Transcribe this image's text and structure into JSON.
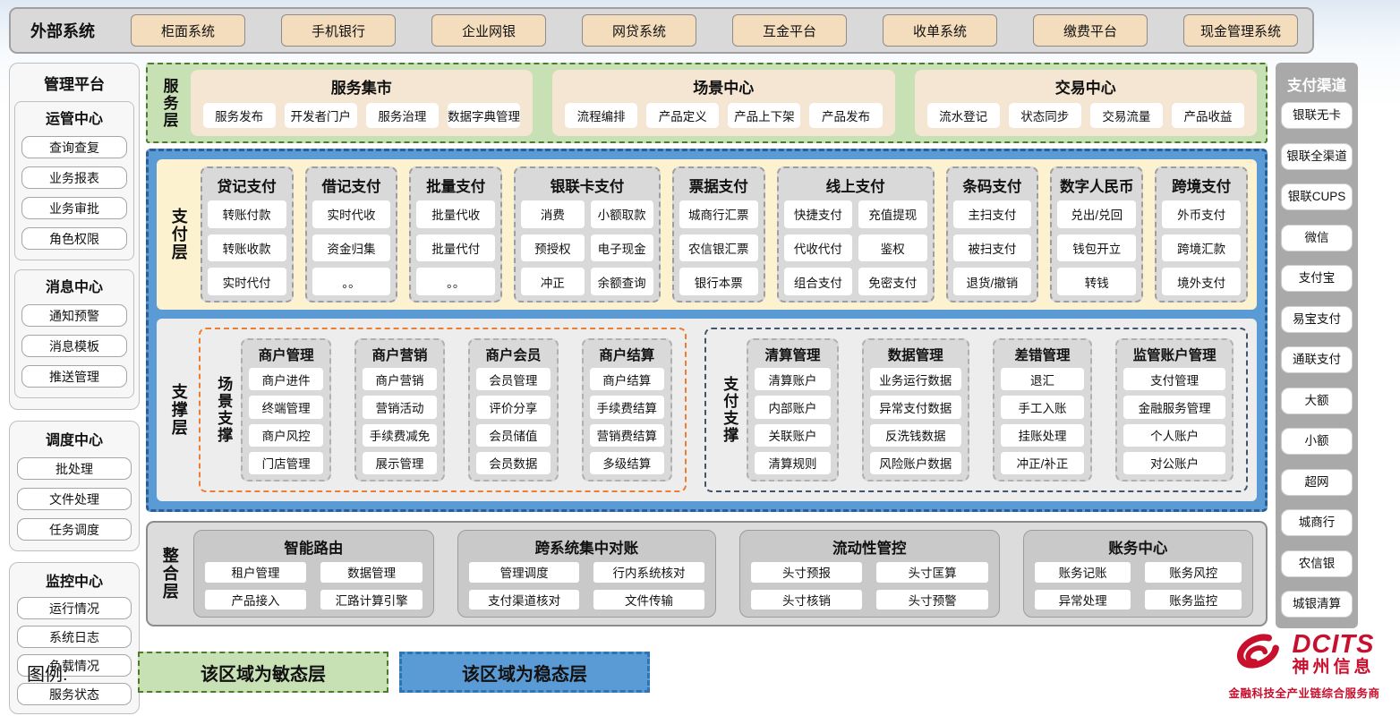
{
  "external_systems": {
    "label": "外部系统",
    "items": [
      "柜面系统",
      "手机银行",
      "企业网银",
      "网贷系统",
      "互金平台",
      "收单系统",
      "缴费平台",
      "现金管理系统"
    ]
  },
  "management_platform": {
    "title": "管理平台",
    "groups": [
      {
        "title": "运管中心",
        "items": [
          "查询查复",
          "业务报表",
          "业务审批",
          "角色权限"
        ]
      },
      {
        "title": "消息中心",
        "items": [
          "通知预警",
          "消息模板",
          "推送管理"
        ]
      },
      {
        "title": "调度中心",
        "items": [
          "批处理",
          "文件处理",
          "任务调度"
        ]
      },
      {
        "title": "监控中心",
        "items": [
          "运行情况",
          "系统日志",
          "负载情况",
          "服务状态"
        ]
      }
    ]
  },
  "service_layer": {
    "label": "服务层",
    "panels": [
      {
        "title": "服务集市",
        "items": [
          "服务发布",
          "开发者门户",
          "服务治理",
          "数据字典管理"
        ]
      },
      {
        "title": "场景中心",
        "items": [
          "流程编排",
          "产品定义",
          "产品上下架",
          "产品发布"
        ]
      },
      {
        "title": "交易中心",
        "items": [
          "流水登记",
          "状态同步",
          "交易流量",
          "产品收益"
        ]
      }
    ]
  },
  "payment_layer": {
    "label": "支付层",
    "columns": [
      {
        "title": "贷记支付",
        "items": [
          "转账付款",
          "转账收款",
          "实时代付"
        ]
      },
      {
        "title": "借记支付",
        "items": [
          "实时代收",
          "资金归集",
          "。。"
        ]
      },
      {
        "title": "批量支付",
        "items": [
          "批量代收",
          "批量代付",
          "。。"
        ]
      },
      {
        "title": "银联卡支付",
        "items": [
          "消费",
          "小额取款",
          "预授权",
          "电子现金",
          "冲正",
          "余额查询"
        ]
      },
      {
        "title": "票据支付",
        "items": [
          "城商行汇票",
          "农信银汇票",
          "银行本票"
        ]
      },
      {
        "title": "线上支付",
        "items": [
          "快捷支付",
          "充值提现",
          "代收代付",
          "鉴权",
          "组合支付",
          "免密支付"
        ]
      },
      {
        "title": "条码支付",
        "items": [
          "主扫支付",
          "被扫支付",
          "退货/撤销"
        ]
      },
      {
        "title": "数字人民币",
        "items": [
          "兑出/兑回",
          "钱包开立",
          "转钱"
        ]
      },
      {
        "title": "跨境支付",
        "items": [
          "外币支付",
          "跨境汇款",
          "境外支付"
        ]
      }
    ]
  },
  "support_layer": {
    "label": "支撑层",
    "scene_support": {
      "label": "场景支撑",
      "columns": [
        {
          "title": "商户管理",
          "items": [
            "商户进件",
            "终端管理",
            "商户风控",
            "门店管理"
          ]
        },
        {
          "title": "商户营销",
          "items": [
            "商户营销",
            "营销活动",
            "手续费减免",
            "展示管理"
          ]
        },
        {
          "title": "商户会员",
          "items": [
            "会员管理",
            "评价分享",
            "会员储值",
            "会员数据"
          ]
        },
        {
          "title": "商户结算",
          "items": [
            "商户结算",
            "手续费结算",
            "营销费结算",
            "多级结算"
          ]
        }
      ]
    },
    "payment_support": {
      "label": "支付支撑",
      "columns": [
        {
          "title": "清算管理",
          "items": [
            "清算账户",
            "内部账户",
            "关联账户",
            "清算规则"
          ]
        },
        {
          "title": "数据管理",
          "items": [
            "业务运行数据",
            "异常支付数据",
            "反洗钱数据",
            "风险账户数据"
          ]
        },
        {
          "title": "差错管理",
          "items": [
            "退汇",
            "手工入账",
            "挂账处理",
            "冲正/补正"
          ]
        },
        {
          "title": "监管账户管理",
          "items": [
            "支付管理",
            "金融服务管理",
            "个人账户",
            "对公账户"
          ]
        }
      ]
    }
  },
  "integration_layer": {
    "label": "整合层",
    "panels": [
      {
        "title": "智能路由",
        "items": [
          "租户管理",
          "数据管理",
          "产品接入",
          "汇路计算引擎"
        ]
      },
      {
        "title": "跨系统集中对账",
        "items": [
          "管理调度",
          "行内系统核对",
          "支付渠道核对",
          "文件传输"
        ]
      },
      {
        "title": "流动性管控",
        "items": [
          "头寸预报",
          "头寸匡算",
          "头寸核销",
          "头寸预警"
        ]
      },
      {
        "title": "账务中心",
        "items": [
          "账务记账",
          "账务风控",
          "异常处理",
          "账务监控"
        ]
      }
    ]
  },
  "payment_channels": {
    "title": "支付渠道",
    "items": [
      "银联无卡",
      "银联全渠道",
      "银联CUPS",
      "微信",
      "支付宝",
      "易宝支付",
      "通联支付",
      "大额",
      "小额",
      "超网",
      "城商行",
      "农信银",
      "城银清算"
    ]
  },
  "legend": {
    "label": "图例:",
    "agile_label": "该区域为敏态层",
    "stable_label": "该区域为稳态层"
  },
  "logo": {
    "name": "DCITS",
    "company": "神州信息",
    "tagline": "金融科技全产业链综合服务商"
  },
  "colors": {
    "agile_green": "#c7e0b4",
    "agile_border": "#4e7a32",
    "stable_blue": "#5b9bd5",
    "stable_border": "#2e75b6",
    "payment_cream": "#fdf2d0",
    "external_tan": "#f4ddbc",
    "scene_orange": "#ed7d31",
    "support_slate": "#44546a",
    "brand_red": "#c8102e"
  }
}
